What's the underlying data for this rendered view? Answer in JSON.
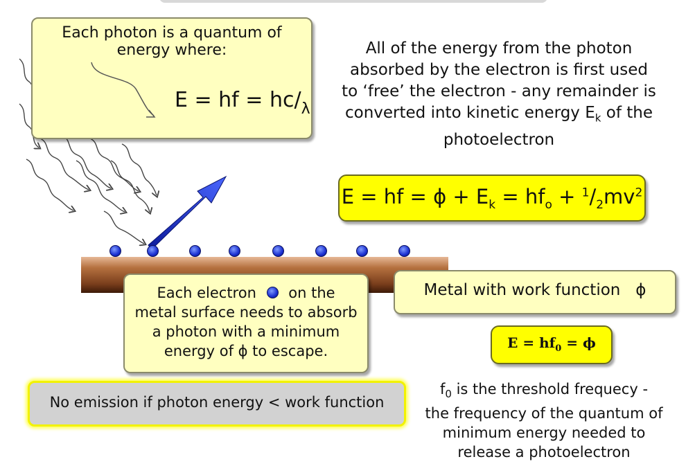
{
  "photon_box": {
    "line1": "Each photon is a quantum of",
    "line2": "energy where:",
    "equation_main": "E = hf = hc",
    "equation_sub": "λ"
  },
  "intro_text": {
    "line1": "All of the  energy from the photon",
    "line2": "absorbed by the electron is first used",
    "line3": "to ‘free’ the electron - any remainder is",
    "line4a": "converted into kinetic energy E",
    "line4_sub": "k",
    "line4b": " of the",
    "line5": "photoelectron"
  },
  "main_equation": {
    "part1": "E = hf = ϕ + E",
    "sub1": "k",
    "part2": " = hf",
    "sub2": "o",
    "part3": " + ",
    "sup1": "1",
    "part4": "/",
    "sub3": "2",
    "part5": "mv",
    "sup2": "2"
  },
  "electron_box": {
    "line1a": "Each electron",
    "line1b": "on the",
    "line2": "metal surface needs to absorb",
    "line3": "a photon with a minimum",
    "line4": "energy of ϕ to escape."
  },
  "metal_box": {
    "label": "Metal with work function",
    "symbol": "ϕ"
  },
  "threshold_equation": {
    "part1": "E = hf",
    "sub": "0",
    "part2": " = ϕ"
  },
  "no_emission": {
    "label": "No emission if photon energy < work function"
  },
  "threshold_text": {
    "line1a": "f",
    "line1_sub": "0",
    "line1b": " is the threshold frequecy -",
    "line2": "the frequency of the quantum of",
    "line3": "minimum energy needed to",
    "line4": "release a photoelectron"
  },
  "colors": {
    "pale_yellow": "#ffffc0",
    "yellow": "#ffff00",
    "electron_blue": "#1a2fd0",
    "arrow_blue": "#2a3fd8",
    "metal_brown": "#7a3e1c",
    "grey_box": "#d2d2d2"
  },
  "icons": [
    "photon-wave-icon",
    "electron-icon",
    "emission-arrow-icon",
    "pointer-curve-icon"
  ]
}
